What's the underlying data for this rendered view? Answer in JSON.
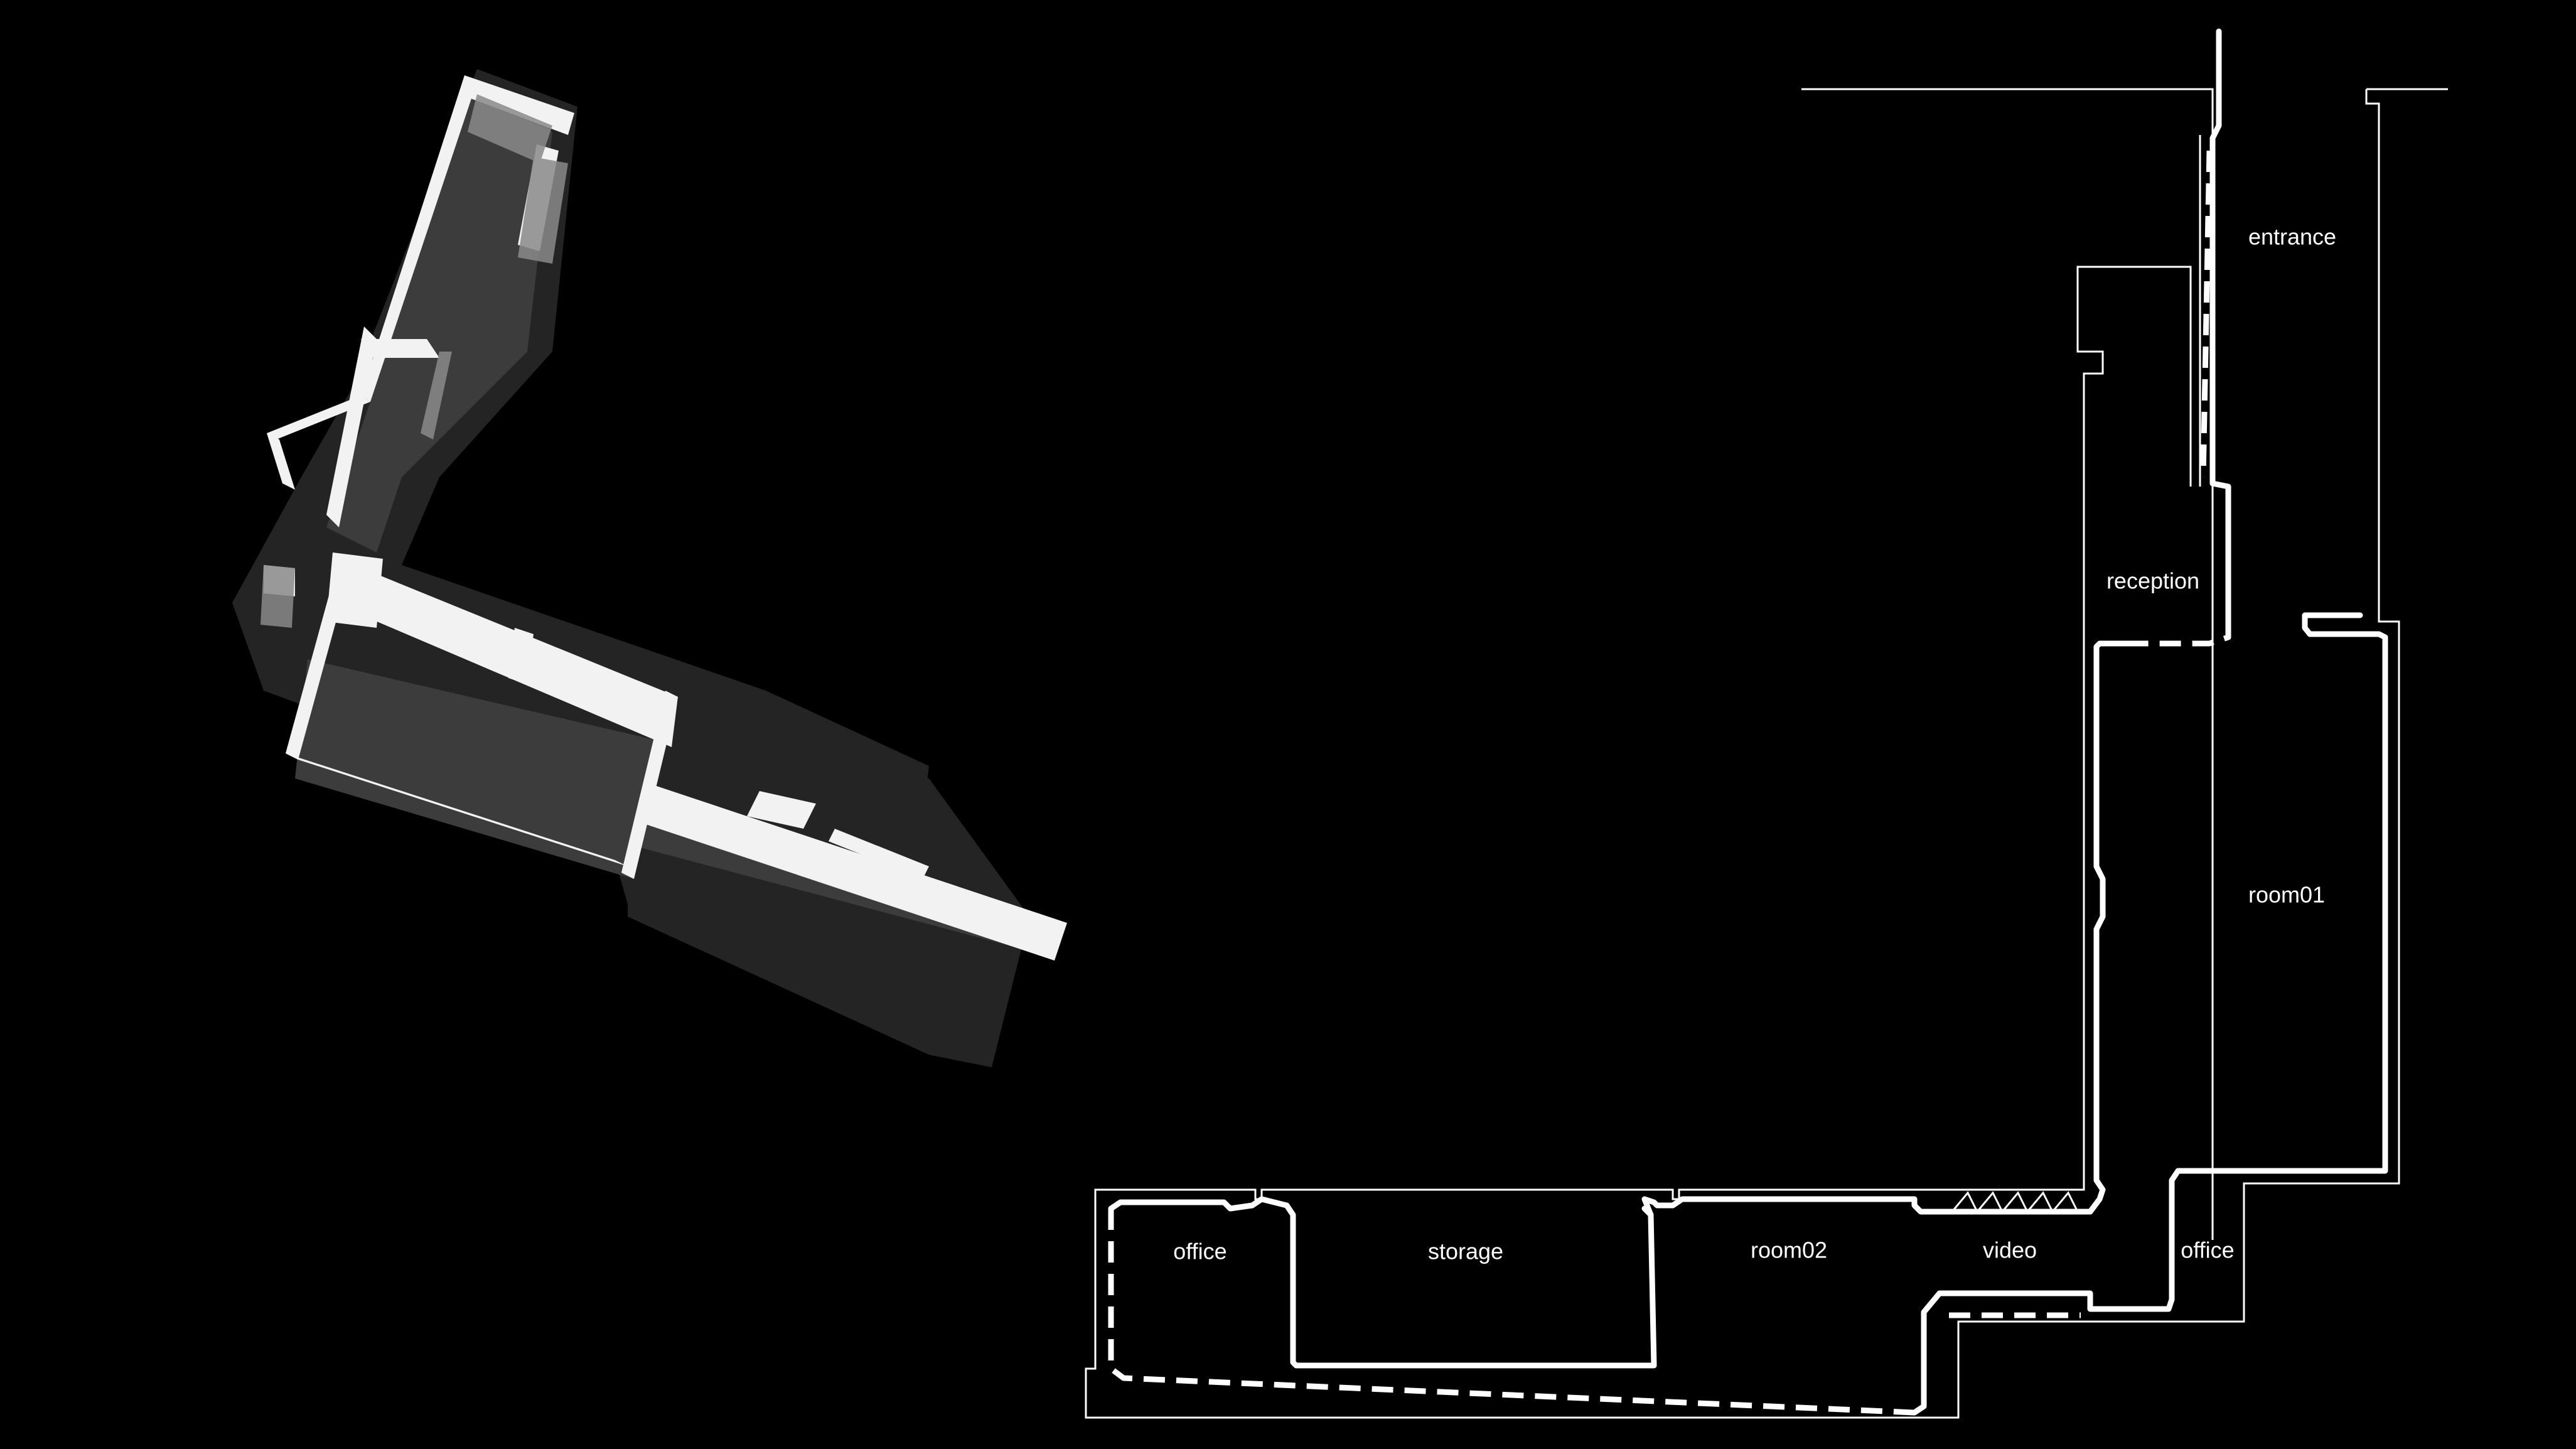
{
  "colors": {
    "background": "#000000",
    "line": "#ffffff",
    "model_face_light": "#f2f2f2",
    "model_floor": "#3a3a3a",
    "model_shadow": "#2a2a2a"
  },
  "rooms": {
    "entrance": "entrance",
    "reception": "reception",
    "room01": "room01",
    "office_right": "office",
    "video": "video",
    "room02": "room02",
    "storage": "storage",
    "office_left": "office"
  }
}
